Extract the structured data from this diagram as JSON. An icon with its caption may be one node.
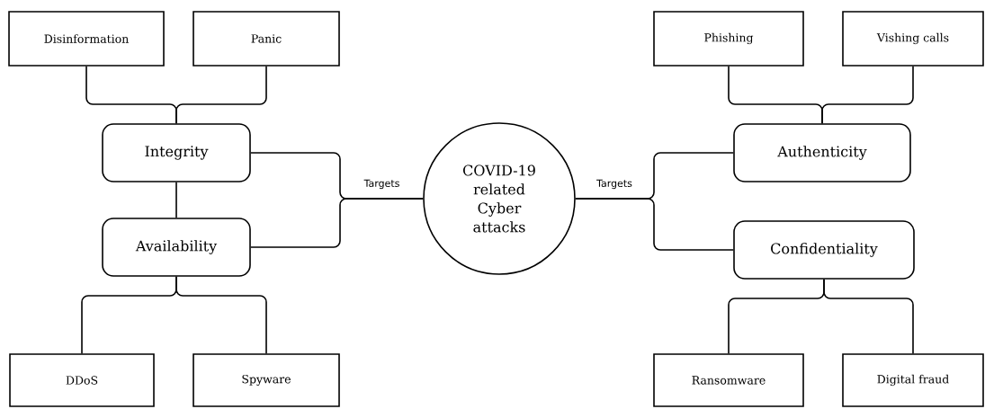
{
  "diagram": {
    "nodes": [
      {
        "text": [
          "Disinformation"
        ]
      },
      {
        "text": [
          "Panic"
        ]
      },
      {
        "text": [
          "Phishing"
        ]
      },
      {
        "text": [
          "Vishing calls"
        ]
      },
      {
        "text": [
          "Integrity"
        ]
      },
      {
        "text": [
          "Authenticity"
        ]
      },
      {
        "text": [
          "COVID-19 related Cyber attacks"
        ]
      },
      {
        "text": [
          "Availability"
        ]
      },
      {
        "text": [
          "Confidentiality"
        ]
      },
      {
        "text": [
          "DDoS"
        ]
      },
      {
        "text": [
          "Spyware"
        ]
      },
      {
        "text": [
          "Ransomware"
        ]
      },
      {
        "text": [
          "Digital fraud"
        ]
      }
    ],
    "edges": [
      {
        "from": 0,
        "to": 4,
        "arrow": "none"
      },
      {
        "from": 1,
        "to": 4,
        "arrow": "none"
      },
      {
        "from": 2,
        "to": 5,
        "arrow": "none"
      },
      {
        "from": 3,
        "to": 5,
        "arrow": "none"
      },
      {
        "from": 4,
        "to": 7,
        "arrow": "none"
      },
      {
        "from": 6,
        "to": 4,
        "arrow": "none",
        "label": "Targets"
      },
      {
        "from": 6,
        "to": 7,
        "arrow": "none"
      },
      {
        "from": 6,
        "to": 5,
        "arrow": "none",
        "label": "Targets"
      },
      {
        "from": 6,
        "to": 8,
        "arrow": "none"
      },
      {
        "from": 7,
        "to": 9,
        "arrow": "none"
      },
      {
        "from": 7,
        "to": 10,
        "arrow": "none"
      },
      {
        "from": 8,
        "to": 11,
        "arrow": "none"
      },
      {
        "from": 8,
        "to": 12,
        "arrow": "none"
      }
    ]
  }
}
